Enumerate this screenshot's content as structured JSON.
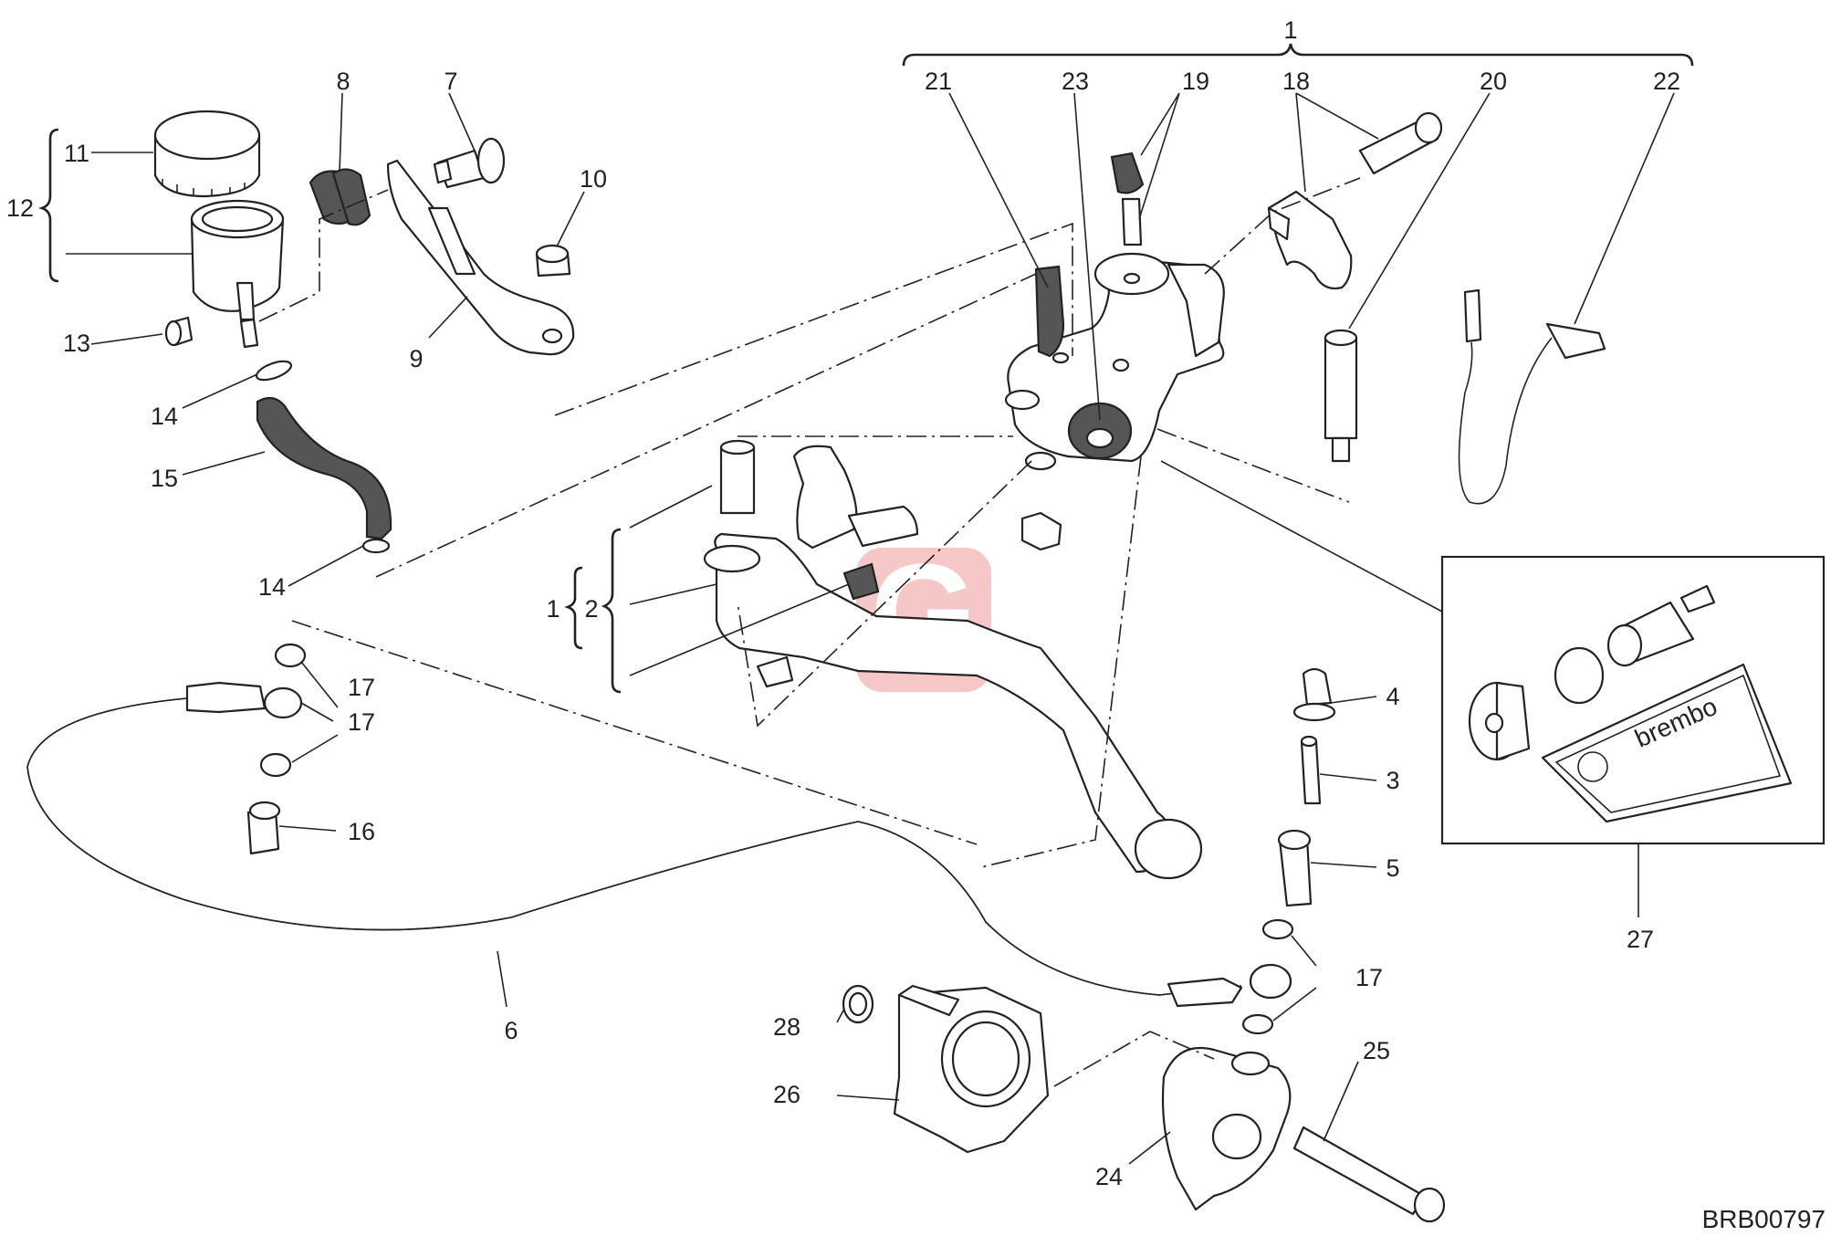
{
  "drawing_code": "BRB00797",
  "kit_logo_text": "brembo",
  "watermark_letter": "G",
  "callouts": {
    "c1_top": "1",
    "c21": "21",
    "c23": "23",
    "c19": "19",
    "c18": "18",
    "c20": "20",
    "c22": "22",
    "c8": "8",
    "c7": "7",
    "c10": "10",
    "c11": "11",
    "c12": "12",
    "c13": "13",
    "c9": "9",
    "c14a": "14",
    "c15": "15",
    "c14b": "14",
    "c1_left": "1",
    "c2": "2",
    "c17a": "17",
    "c17b": "17",
    "c16": "16",
    "c4": "4",
    "c3": "3",
    "c5": "5",
    "c27": "27",
    "c17c": "17",
    "c6": "6",
    "c28": "28",
    "c26": "26",
    "c25": "25",
    "c24": "24"
  },
  "colors": {
    "line": "#222222",
    "hose_fill": "#555555",
    "watermark": "#e23b3b"
  }
}
